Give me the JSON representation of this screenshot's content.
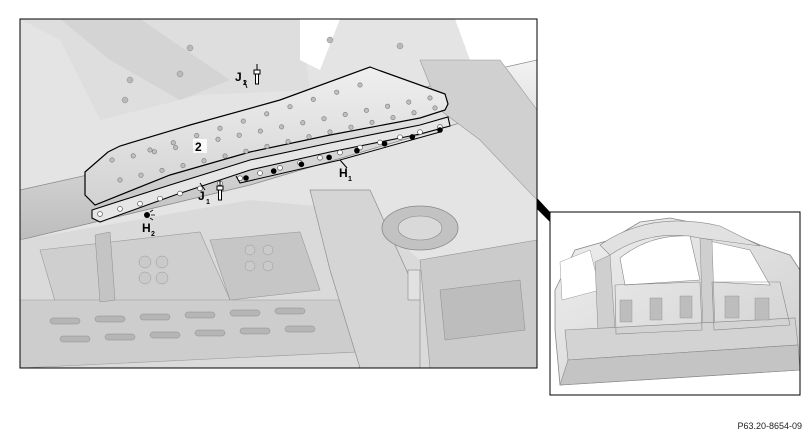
{
  "labels": {
    "part_2": "2",
    "j2_main": "J",
    "j2_sub": "2",
    "j1_main": "J",
    "j1_sub": "1",
    "h1_main": "H",
    "h1_sub": "1",
    "h2_main": "H",
    "h2_sub": "2"
  },
  "reference": "P63.20-8654-09",
  "icons": {
    "rivet_marker": "filled-dot-icon",
    "bolt": "bolt-icon",
    "weld_point": "weld-point-icon"
  },
  "colors": {
    "frame": "#000000",
    "metal_light": "#e6e6e6",
    "metal_mid": "#c9c9c9",
    "metal_dark": "#9a9a9a",
    "background": "#ffffff"
  }
}
